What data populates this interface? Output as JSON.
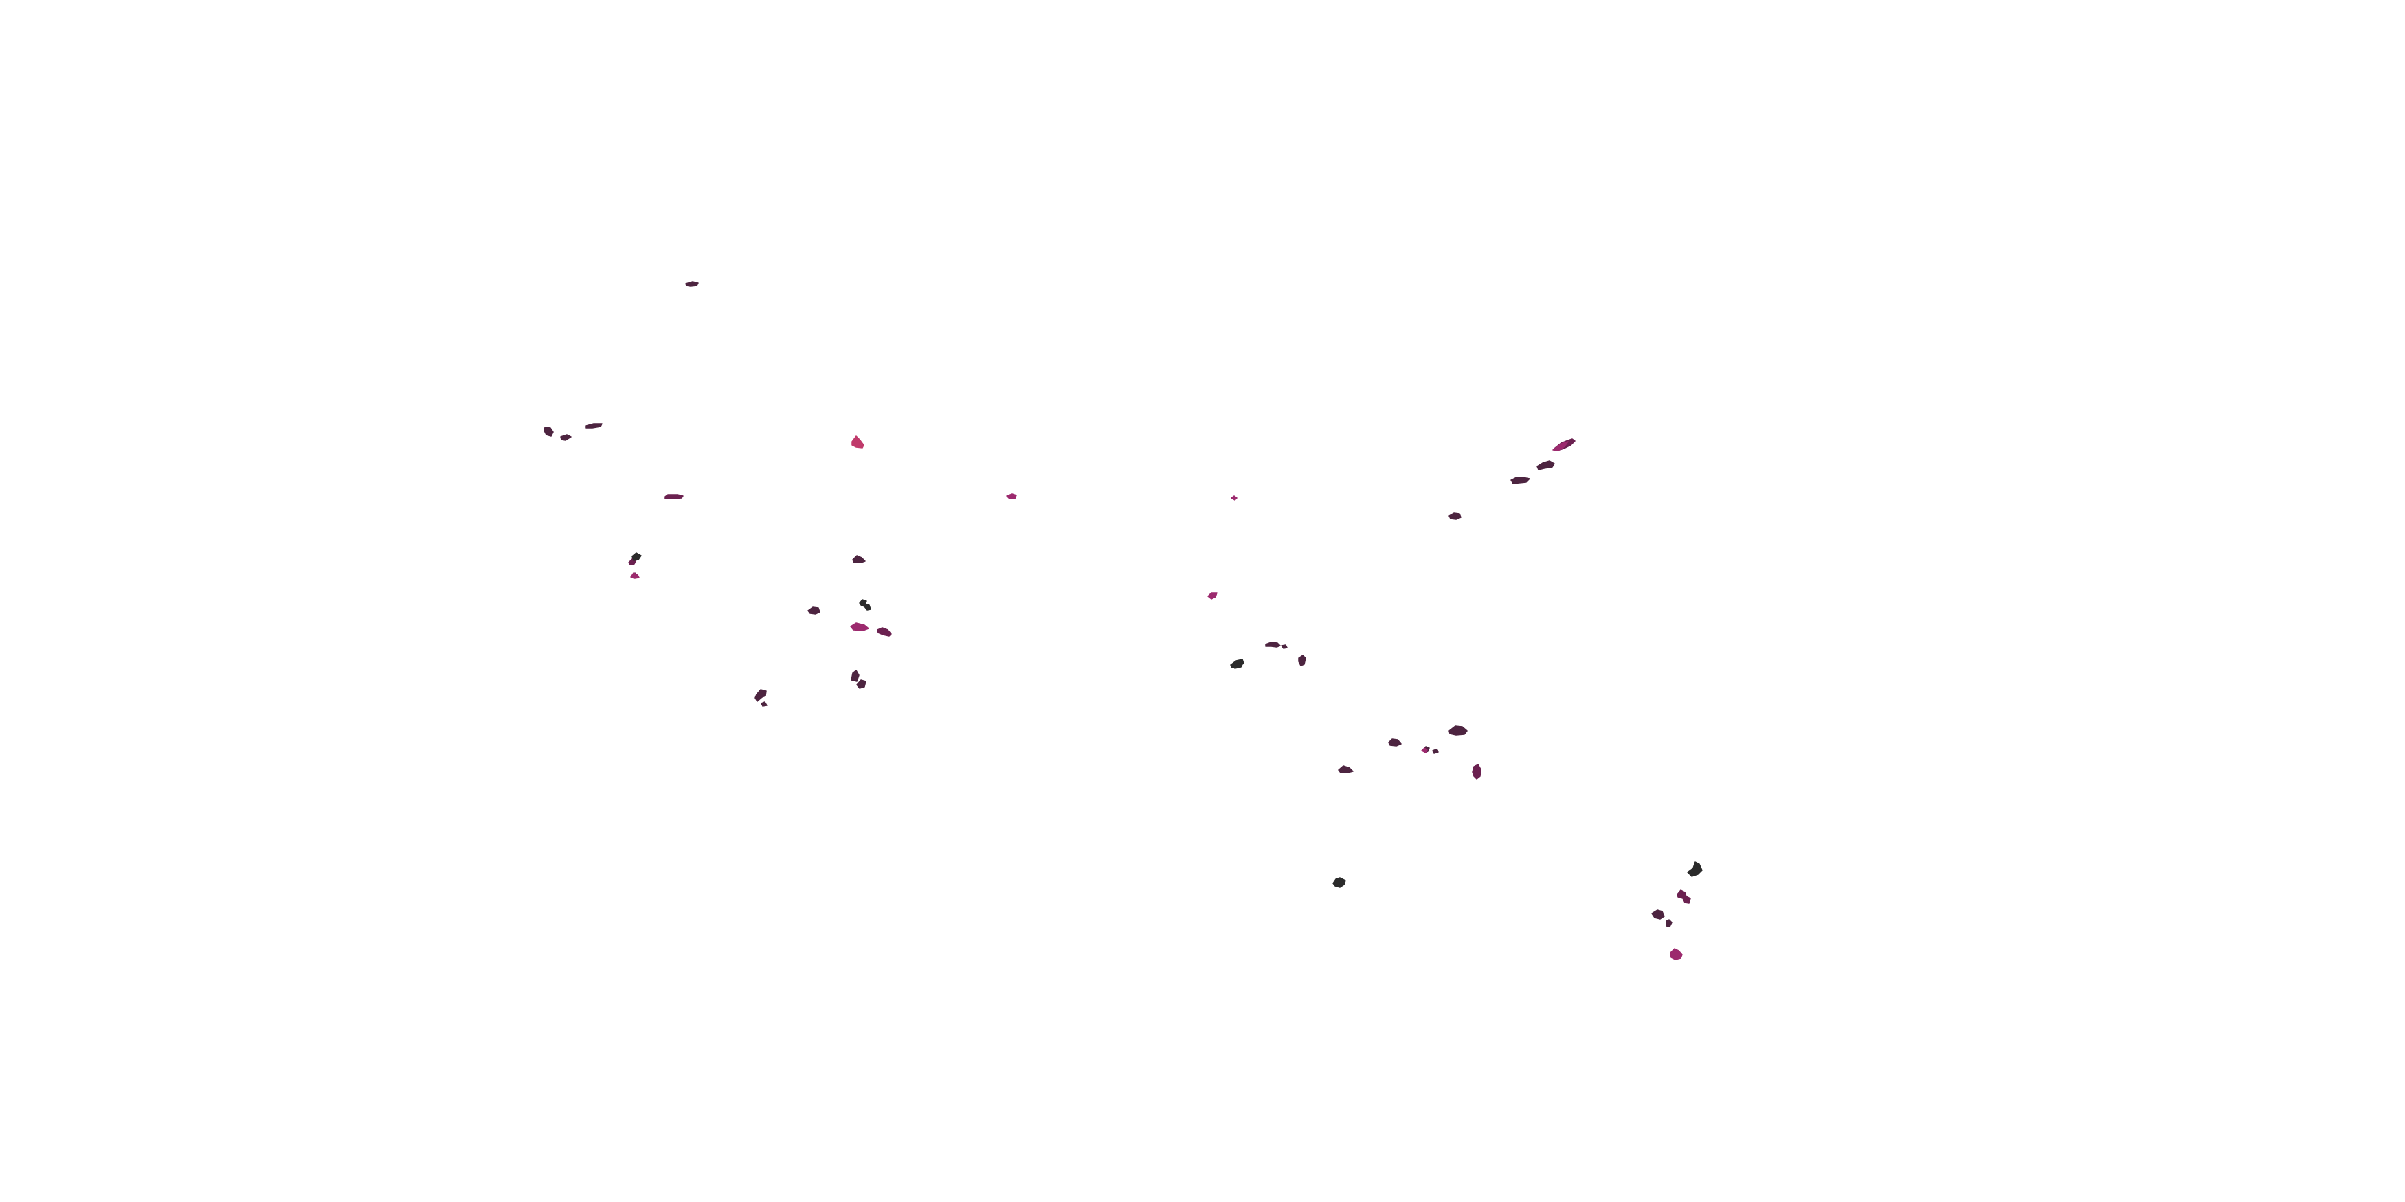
{
  "map": {
    "type": "choropleth-islands",
    "background": "#ffffff",
    "palette": {
      "dark": "#2b2b2b",
      "plum": "#4d2440",
      "wine": "#6b2150",
      "magenta": "#9c2a6e",
      "pink": "#c03a6b"
    },
    "islands": [
      {
        "id": "i01",
        "color": "plum"
      },
      {
        "id": "i02",
        "color": "plum"
      },
      {
        "id": "i03",
        "color": "plum"
      },
      {
        "id": "i04",
        "color": "wine"
      },
      {
        "id": "i05",
        "color": "pink"
      },
      {
        "id": "i06",
        "color": "magenta"
      },
      {
        "id": "i07",
        "color": "wine"
      },
      {
        "id": "i08",
        "color": "dark"
      },
      {
        "id": "i09",
        "color": "magenta"
      },
      {
        "id": "i10",
        "color": "plum"
      },
      {
        "id": "i11",
        "color": "plum"
      },
      {
        "id": "i12",
        "color": "dark"
      },
      {
        "id": "i13",
        "color": "magenta"
      },
      {
        "id": "i14",
        "color": "wine"
      },
      {
        "id": "i15",
        "color": "plum"
      },
      {
        "id": "i16",
        "color": "plum"
      },
      {
        "id": "i17",
        "color": "plum"
      },
      {
        "id": "i18",
        "color": "magenta"
      },
      {
        "id": "i19",
        "color": "dark"
      },
      {
        "id": "i20",
        "color": "plum"
      },
      {
        "id": "i21",
        "color": "plum"
      },
      {
        "id": "i22",
        "color": "dark"
      },
      {
        "id": "i23",
        "color": "plum"
      },
      {
        "id": "i24",
        "color": "plum"
      },
      {
        "id": "i25",
        "color": "wine"
      },
      {
        "id": "i26",
        "color": "plum"
      },
      {
        "id": "i27",
        "color": "magenta"
      },
      {
        "id": "i28",
        "color": "plum"
      },
      {
        "id": "i29",
        "color": "plum"
      },
      {
        "id": "i30",
        "color": "dark"
      },
      {
        "id": "i31",
        "color": "plum"
      },
      {
        "id": "i32",
        "color": "plum"
      },
      {
        "id": "i33",
        "color": "wine"
      },
      {
        "id": "i34",
        "color": "magenta"
      },
      {
        "id": "i35",
        "color": "dark"
      },
      {
        "id": "i36",
        "color": "plum"
      },
      {
        "id": "i37",
        "color": "wine"
      },
      {
        "id": "i38",
        "color": "magenta"
      }
    ]
  }
}
